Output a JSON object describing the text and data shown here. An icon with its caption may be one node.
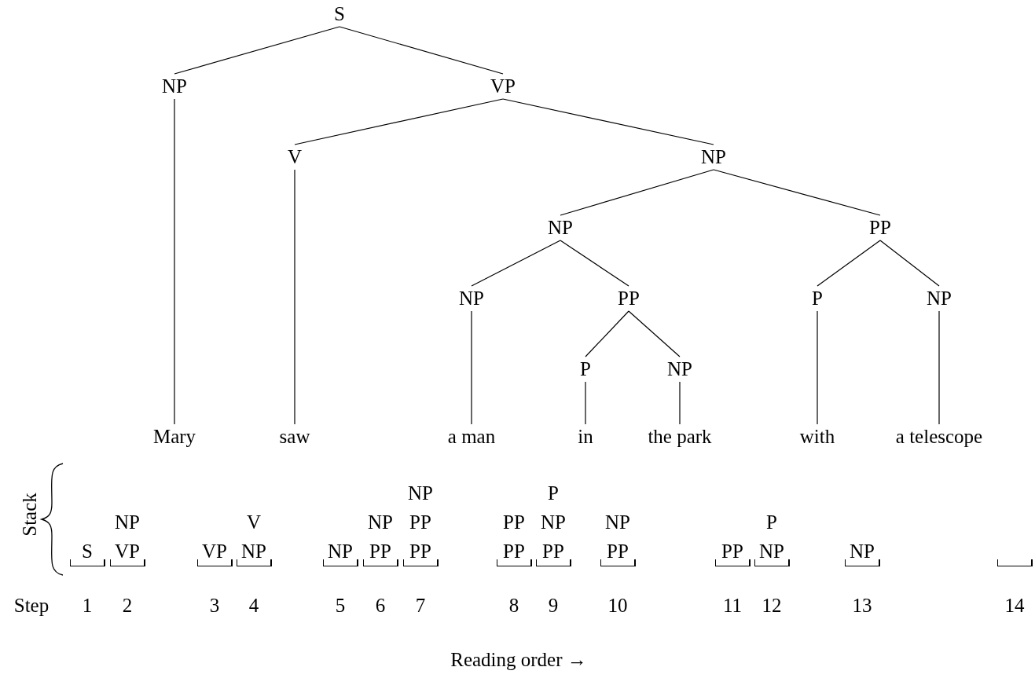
{
  "diagram": {
    "nodes": [
      {
        "text": [
          "S"
        ]
      },
      {
        "text": [
          "NP"
        ]
      },
      {
        "text": [
          "VP"
        ]
      },
      {
        "text": [
          "V"
        ]
      },
      {
        "text": [
          "NP"
        ]
      },
      {
        "text": [
          "NP"
        ]
      },
      {
        "text": [
          "PP"
        ]
      },
      {
        "text": [
          "NP"
        ]
      },
      {
        "text": [
          "PP"
        ]
      },
      {
        "text": [
          "P"
        ]
      },
      {
        "text": [
          "NP"
        ]
      },
      {
        "text": [
          "P"
        ]
      },
      {
        "text": [
          "NP"
        ]
      },
      {
        "text": [
          "Mary"
        ]
      },
      {
        "text": [
          "saw"
        ]
      },
      {
        "text": [
          "a man"
        ]
      },
      {
        "text": [
          "in"
        ]
      },
      {
        "text": [
          "the park"
        ]
      },
      {
        "text": [
          "with"
        ]
      },
      {
        "text": [
          "a telescope"
        ]
      },
      {
        "text": [
          "S"
        ]
      },
      {
        "text": [
          "NP",
          "VP"
        ]
      },
      {
        "text": [
          "VP"
        ]
      },
      {
        "text": [
          "V",
          "NP"
        ]
      },
      {
        "text": [
          "NP"
        ]
      },
      {
        "text": [
          "NP",
          "PP"
        ]
      },
      {
        "text": [
          "NP",
          "PP",
          "PP"
        ]
      },
      {
        "text": [
          "PP",
          "PP"
        ]
      },
      {
        "text": [
          "P",
          "NP",
          "PP"
        ]
      },
      {
        "text": [
          "NP",
          "PP"
        ]
      },
      {
        "text": [
          "PP"
        ]
      },
      {
        "text": [
          "P",
          "NP"
        ]
      },
      {
        "text": [
          "NP"
        ]
      },
      {
        "text": [],
        "shape": "bracket"
      }
    ],
    "edges": [
      {
        "from": 0,
        "to": 1,
        "arrow": "none"
      },
      {
        "from": 0,
        "to": 2,
        "arrow": "none"
      },
      {
        "from": 1,
        "to": 13,
        "arrow": "none"
      },
      {
        "from": 2,
        "to": 3,
        "arrow": "none"
      },
      {
        "from": 2,
        "to": 4,
        "arrow": "none"
      },
      {
        "from": 3,
        "to": 14,
        "arrow": "none"
      },
      {
        "from": 4,
        "to": 5,
        "arrow": "none"
      },
      {
        "from": 4,
        "to": 6,
        "arrow": "none"
      },
      {
        "from": 5,
        "to": 7,
        "arrow": "none"
      },
      {
        "from": 5,
        "to": 8,
        "arrow": "none"
      },
      {
        "from": 6,
        "to": 9,
        "arrow": "none"
      },
      {
        "from": 6,
        "to": 10,
        "arrow": "none"
      },
      {
        "from": 7,
        "to": 15,
        "arrow": "none"
      },
      {
        "from": 8,
        "to": 11,
        "arrow": "none"
      },
      {
        "from": 8,
        "to": 12,
        "arrow": "none"
      },
      {
        "from": 9,
        "to": 18,
        "arrow": "none"
      },
      {
        "from": 10,
        "to": 19,
        "arrow": "none"
      },
      {
        "from": 11,
        "to": 16,
        "arrow": "none"
      },
      {
        "from": 12,
        "to": 17,
        "arrow": "none"
      }
    ],
    "labels": [
      "Stack",
      "Step",
      "1",
      "2",
      "3",
      "4",
      "5",
      "6",
      "7",
      "8",
      "9",
      "10",
      "11",
      "12",
      "13",
      "14",
      "Reading order →"
    ]
  }
}
